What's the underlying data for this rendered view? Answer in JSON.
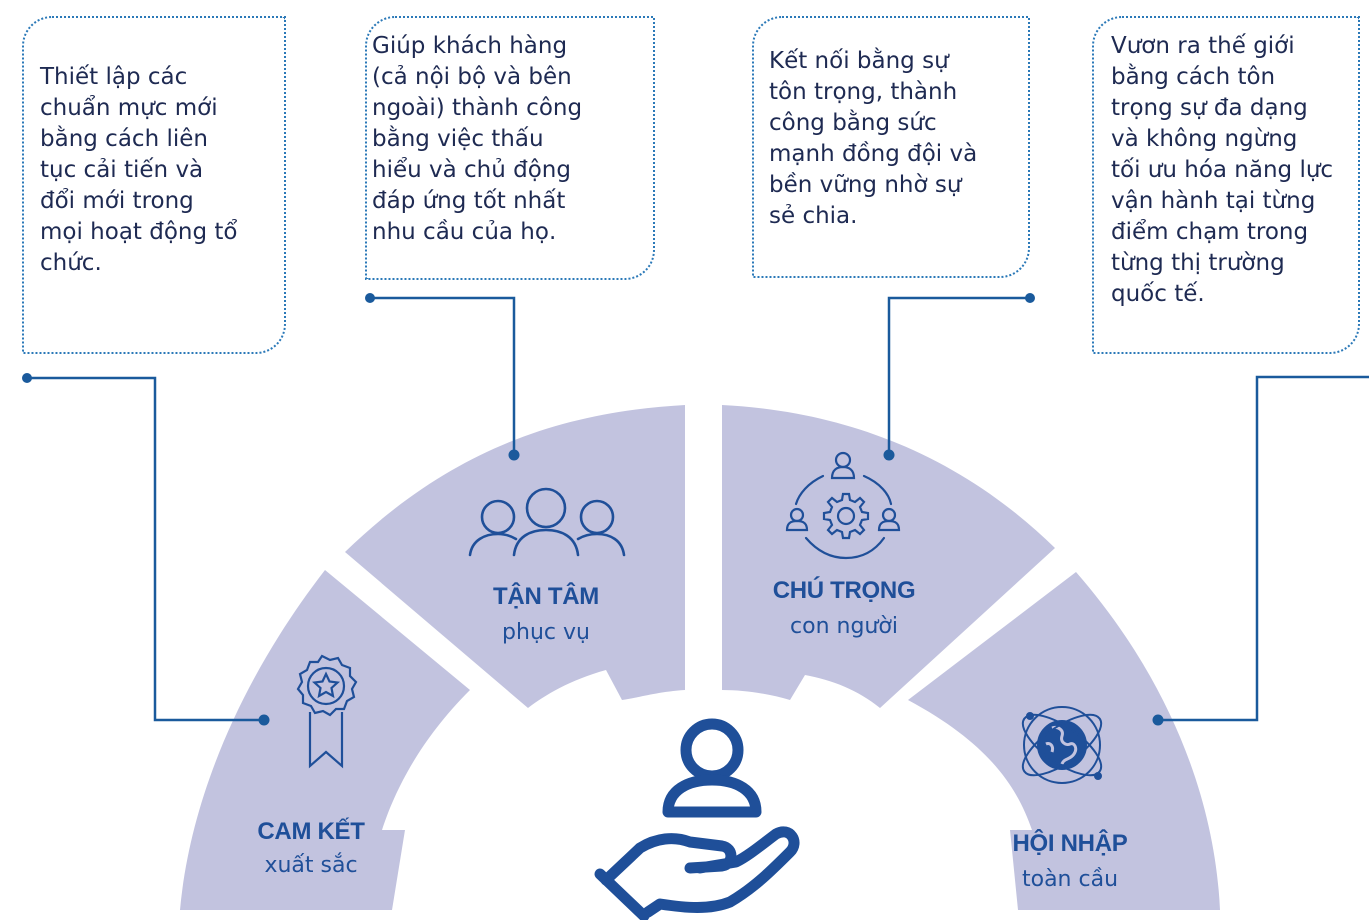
{
  "values": [
    {
      "title": "CAM KẾT",
      "subtitle": "xuất sắc",
      "icon": "award-ribbon-icon",
      "description": "Thiết lập các\nchuẩn mực mới\nbằng cách liên\ntục cải tiến và\nđổi mới trong\nmọi hoạt động tổ\nchức."
    },
    {
      "title": "TẬN TÂM",
      "subtitle": "phục vụ",
      "icon": "people-group-icon",
      "description": " Giúp khách hàng\n(cả nội bộ và bên\nngoài) thành công\nbằng việc thấu\nhiểu và chủ động\nđáp ứng tốt nhất\nnhu cầu của họ."
    },
    {
      "title": "CHÚ TRỌNG",
      "subtitle": "con người",
      "icon": "gear-people-icon",
      "description": "Kết nối bằng sự\ntôn trọng, thành\ncông bằng sức\nmạnh đồng đội và\nbền vững nhờ sự\nsẻ chia."
    },
    {
      "title": "HỘI NHẬP",
      "subtitle": "toàn cầu",
      "icon": "globe-orbit-icon",
      "description": " Vươn ra thế giới\nbằng cách tôn\ntrọng sự đa dạng\nvà không ngừng\ntối ưu hóa năng lực\nvận hành tại từng\nđiểm chạm trong\ntừng thị trường\nquốc tế."
    }
  ],
  "center_icon": "hand-person-icon",
  "colors": {
    "segment_fill": "#c2c3df",
    "accent_blue": "#1f4f99",
    "line_blue": "#1a5a9c",
    "border_blue": "#2b79b8",
    "text_dark": "#1e2a52"
  }
}
